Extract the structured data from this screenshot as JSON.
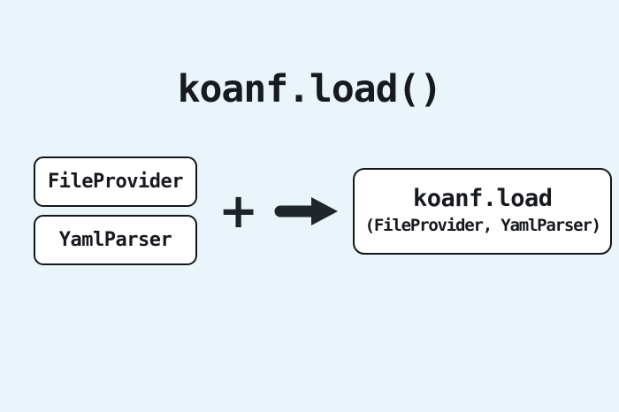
{
  "diagram": {
    "title": "koanf.load()",
    "inputs": [
      {
        "label": "FileProvider"
      },
      {
        "label": "YamlParser"
      }
    ],
    "operator": "+",
    "result": {
      "function_name": "koanf.load",
      "arguments": "(FileProvider, YamlParser)"
    },
    "colors": {
      "background": "#e9f5fb",
      "box_fill": "#ffffff",
      "box_border": "#14171a",
      "text": "#16191d",
      "arrow": "#20262c"
    }
  }
}
